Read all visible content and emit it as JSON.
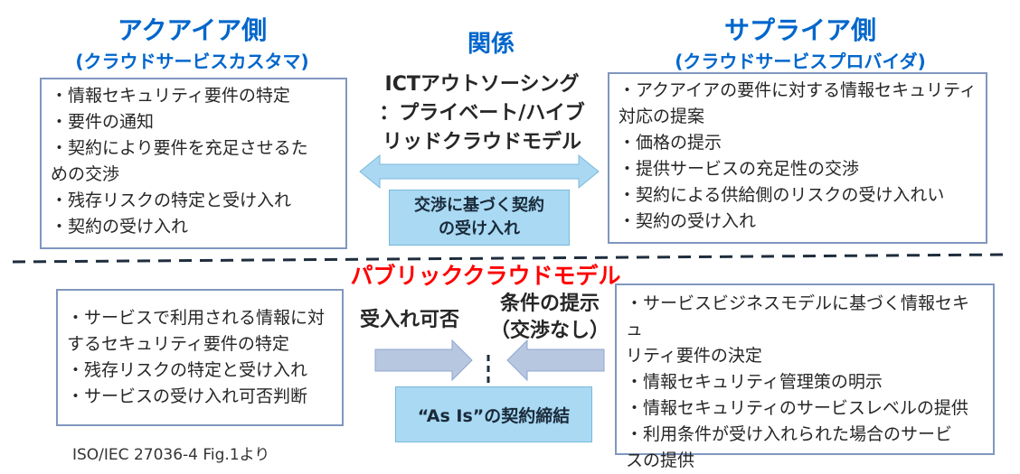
{
  "acquirer": {
    "title": "アクアイア側",
    "subtitle": "(クラウドサービスカスタマ)",
    "items": [
      "・情報セキュリティ要件の特定",
      "・要件の通知",
      "・契約により要件を充足させるた",
      "めの交渉",
      "・残存リスクの特定と受け入れ",
      "・契約の受け入れ"
    ]
  },
  "relation": {
    "title": "関係",
    "lines": [
      "ICTアウトソーシング",
      "：プライベート/ハイブ",
      "リッドクラウドモデル"
    ],
    "contract_lines": [
      "交渉に基づく契約",
      "の受け入れ"
    ]
  },
  "supplier": {
    "title": "サプライア側",
    "subtitle": "(クラウドサービスプロバイダ)",
    "items": [
      "・アクアイアの要件に対する情報セキュリティ",
      "対応の提案",
      "・価格の提示",
      "・提供サービスの充足性の交渉",
      "・契約による供給側のリスクの受け入れい",
      "・契約の受け入れ"
    ]
  },
  "public_model": {
    "title": "パブリッククラウドモデル",
    "customer_items": [
      "・サービスで利用される情報に対",
      "するセキュリティ要件の特定",
      "・残存リスクの特定と受け入れ",
      "・サービスの受け入れ可否判断"
    ],
    "accept_label": "受入れ可否",
    "terms_lines": [
      "条件の提示",
      "（交渉なし）"
    ],
    "contract_label": "“As Is”の契約締結",
    "provider_items": [
      "・サービスビジネスモデルに基づく情報セキュ",
      "リティ要件の決定",
      "・情報セキュリティ管理策の明示",
      "・情報セキュリティのサービスレベルの提供",
      "・利用条件が受け入れられた場合のサービ",
      "スの提供"
    ]
  },
  "source": "ISO/IEC  27036-4 Fig.1より",
  "colors": {
    "header_blue": "#0066cc",
    "public_red": "#ff0000",
    "box_border": "#8097bf",
    "arrow_fill": "#aad8f2",
    "contract_fill": "#a9d9f3"
  }
}
